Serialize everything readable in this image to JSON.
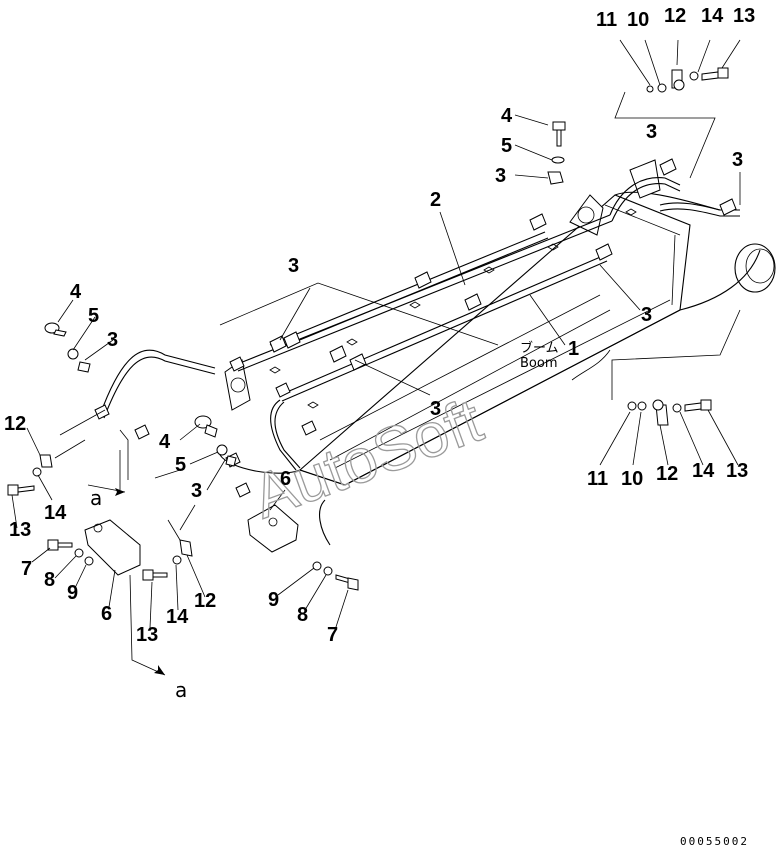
{
  "diagram": {
    "part_labels": [
      {
        "key": "tr-11",
        "text": "11"
      },
      {
        "key": "tr-10",
        "text": "10"
      },
      {
        "key": "tr-12",
        "text": "12"
      },
      {
        "key": "tr-14",
        "text": "14"
      },
      {
        "key": "tr-13",
        "text": "13"
      },
      {
        "key": "tr-3a",
        "text": "3"
      },
      {
        "key": "tr-3b",
        "text": "3"
      },
      {
        "key": "top-4",
        "text": "4"
      },
      {
        "key": "top-5",
        "text": "5"
      },
      {
        "key": "top-3",
        "text": "3"
      },
      {
        "key": "mid-2",
        "text": "2"
      },
      {
        "key": "mid-3-upper",
        "text": "3"
      },
      {
        "key": "mid-3-right",
        "text": "3"
      },
      {
        "key": "mid-1",
        "text": "1"
      },
      {
        "key": "mid-3-center",
        "text": "3"
      },
      {
        "key": "left-4",
        "text": "4"
      },
      {
        "key": "left-5",
        "text": "5"
      },
      {
        "key": "left-3",
        "text": "3"
      },
      {
        "key": "left-12",
        "text": "12"
      },
      {
        "key": "left-14",
        "text": "14"
      },
      {
        "key": "left-13",
        "text": "13"
      },
      {
        "key": "center-4",
        "text": "4"
      },
      {
        "key": "center-5",
        "text": "5"
      },
      {
        "key": "center-3",
        "text": "3"
      },
      {
        "key": "center-6",
        "text": "6"
      },
      {
        "key": "bl-7",
        "text": "7"
      },
      {
        "key": "bl-8",
        "text": "8"
      },
      {
        "key": "bl-9",
        "text": "9"
      },
      {
        "key": "bl-6",
        "text": "6"
      },
      {
        "key": "bl-13",
        "text": "13"
      },
      {
        "key": "bl-14",
        "text": "14"
      },
      {
        "key": "bl-12",
        "text": "12"
      },
      {
        "key": "br-9",
        "text": "9"
      },
      {
        "key": "br-8",
        "text": "8"
      },
      {
        "key": "br-7",
        "text": "7"
      },
      {
        "key": "rr-11",
        "text": "11"
      },
      {
        "key": "rr-10",
        "text": "10"
      },
      {
        "key": "rr-12",
        "text": "12"
      },
      {
        "key": "rr-14",
        "text": "14"
      },
      {
        "key": "rr-13",
        "text": "13"
      }
    ],
    "boom_label_jp": "ブーム",
    "boom_label_en": "Boom",
    "view_marker_upper": "a",
    "view_marker_lower": "a",
    "drawing_code": "00055002",
    "watermark": "AutoSoft"
  }
}
